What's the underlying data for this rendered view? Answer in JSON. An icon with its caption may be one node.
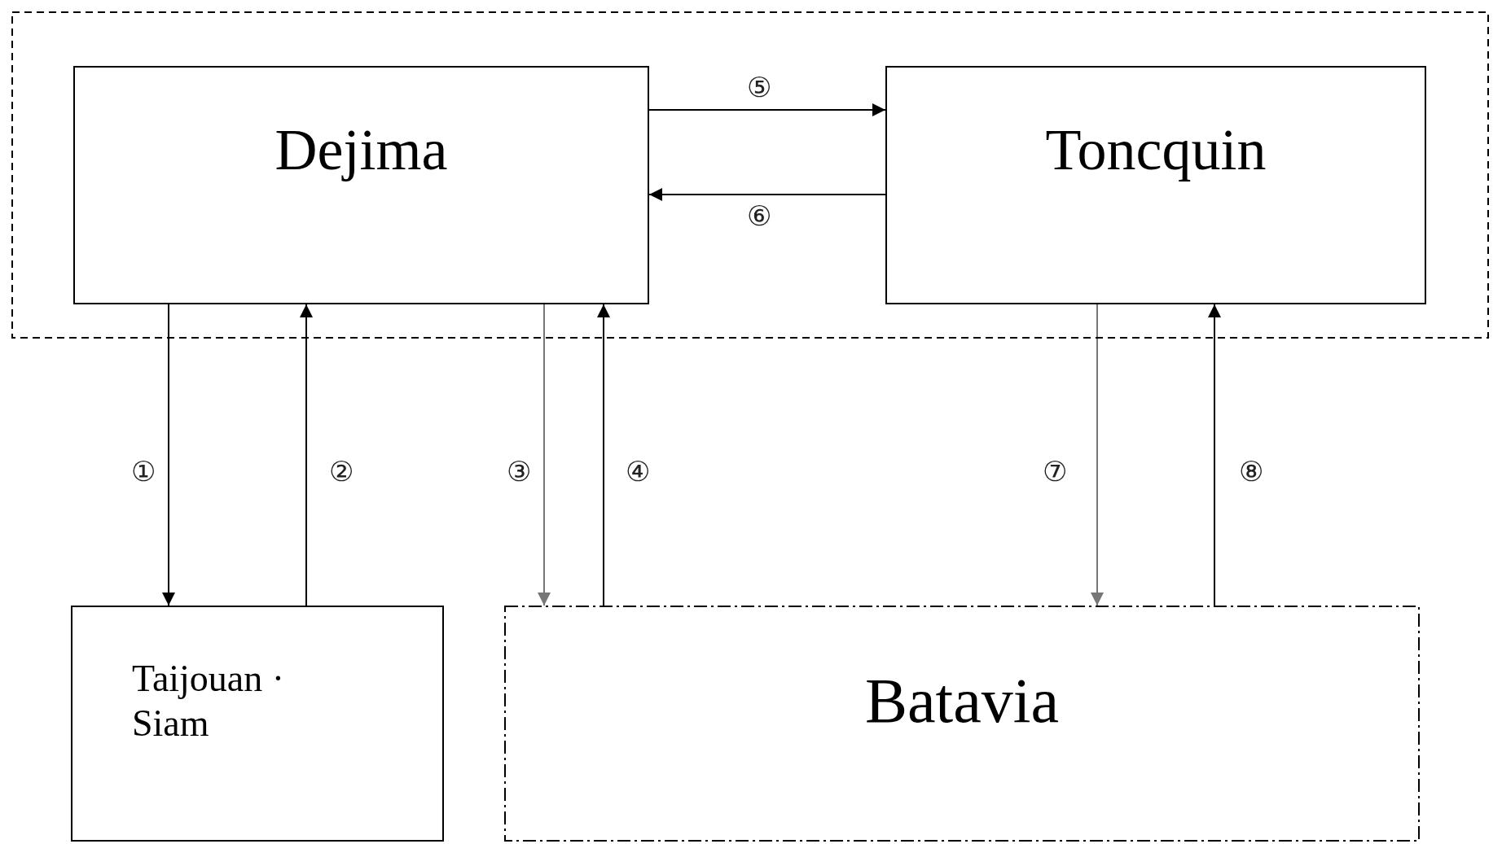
{
  "diagram": {
    "nodes": [
      {
        "text": [],
        "shape": "box"
      },
      {
        "text": [
          "Dejima"
        ],
        "in": 0
      },
      {
        "text": [
          "Toncquin"
        ],
        "in": 0
      },
      {
        "text": [
          "Taijouan · Siam"
        ]
      },
      {
        "text": [
          "Batavia"
        ]
      }
    ],
    "edges": [
      {
        "from": 1,
        "to": 3,
        "arrow": "to",
        "label": "①"
      },
      {
        "from": 3,
        "to": 1,
        "arrow": "to",
        "label": "②"
      },
      {
        "from": 1,
        "to": 4,
        "arrow": "to",
        "label": "③",
        "color": "#777777"
      },
      {
        "from": 4,
        "to": 1,
        "arrow": "to",
        "label": "④"
      },
      {
        "from": 1,
        "to": 2,
        "arrow": "to",
        "label": "⑤"
      },
      {
        "from": 2,
        "to": 1,
        "arrow": "to",
        "label": "⑥"
      },
      {
        "from": 2,
        "to": 4,
        "arrow": "to",
        "label": "⑦",
        "color": "#777777"
      },
      {
        "from": 4,
        "to": 2,
        "arrow": "to",
        "label": "⑧"
      }
    ]
  }
}
